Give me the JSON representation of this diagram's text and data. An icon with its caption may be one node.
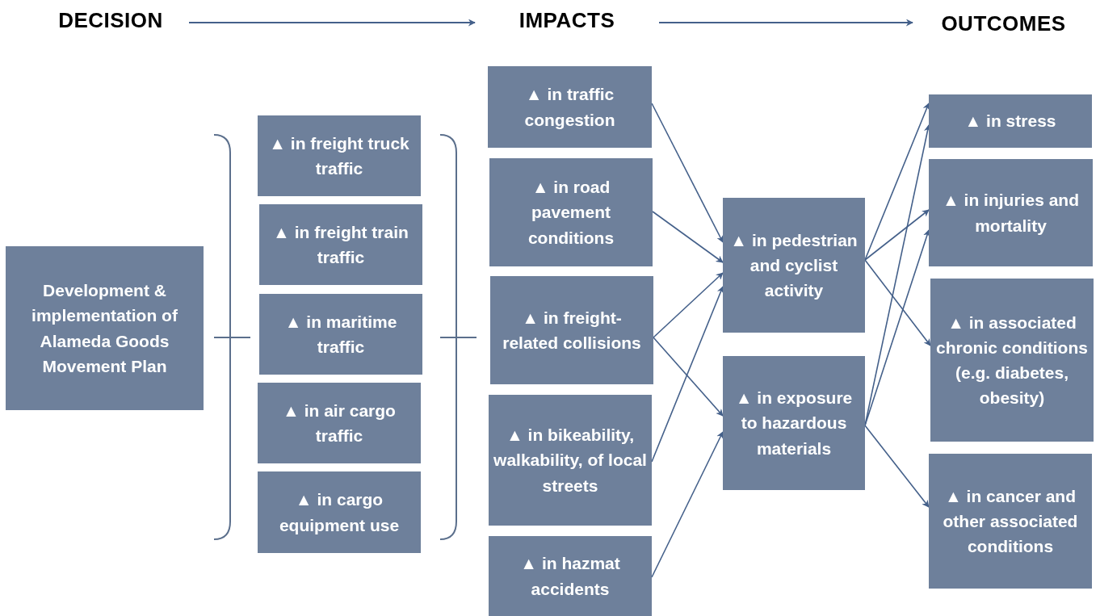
{
  "diagram": {
    "nodes": [
      {
        "text": [
          "DECISION"
        ]
      },
      {
        "text": [
          "IMPACTS"
        ]
      },
      {
        "text": [
          "OUTCOMES"
        ]
      },
      {
        "text": [
          "Development & implementation of Alameda Goods Movement Plan"
        ]
      },
      {
        "text": [
          "▲ in freight truck traffic"
        ]
      },
      {
        "text": [
          "▲ in freight train traffic"
        ]
      },
      {
        "text": [
          "▲ in maritime traffic"
        ]
      },
      {
        "text": [
          "▲ in air cargo traffic"
        ]
      },
      {
        "text": [
          "▲ in cargo equipment use"
        ]
      },
      {
        "text": [
          "▲ in traffic congestion"
        ]
      },
      {
        "text": [
          "▲ in road pavement conditions"
        ]
      },
      {
        "text": [
          "▲ in freight-related collisions"
        ]
      },
      {
        "text": [
          "▲ in bikeability, walkability, of local streets"
        ]
      },
      {
        "text": [
          "▲ in hazmat accidents"
        ]
      },
      {
        "text": [
          "▲ in pedestrian and cyclist activity"
        ]
      },
      {
        "text": [
          "▲ in exposure to hazardous materials"
        ]
      },
      {
        "text": [
          "▲ in stress"
        ]
      },
      {
        "text": [
          "▲ in injuries and mortality"
        ]
      },
      {
        "text": [
          "▲ in associated chronic conditions (e.g. diabetes, obesity)"
        ]
      },
      {
        "text": [
          "▲ in cancer and other associated conditions"
        ]
      }
    ],
    "edges": [
      {
        "from": 0,
        "to": 1,
        "arrow": "to"
      },
      {
        "from": 1,
        "to": 2,
        "arrow": "to"
      },
      {
        "from": 9,
        "to": 14,
        "arrow": "to"
      },
      {
        "from": 10,
        "to": 14,
        "arrow": "to"
      },
      {
        "from": 11,
        "to": 14,
        "arrow": "to"
      },
      {
        "from": 11,
        "to": 15,
        "arrow": "to"
      },
      {
        "from": 12,
        "to": 14,
        "arrow": "to"
      },
      {
        "from": 13,
        "to": 15,
        "arrow": "to"
      },
      {
        "from": 14,
        "to": 16,
        "arrow": "to"
      },
      {
        "from": 14,
        "to": 17,
        "arrow": "to"
      },
      {
        "from": 14,
        "to": 18,
        "arrow": "to"
      },
      {
        "from": 15,
        "to": 16,
        "arrow": "to"
      },
      {
        "from": 15,
        "to": 17,
        "arrow": "to"
      },
      {
        "from": 15,
        "to": 19,
        "arrow": "to"
      }
    ]
  }
}
